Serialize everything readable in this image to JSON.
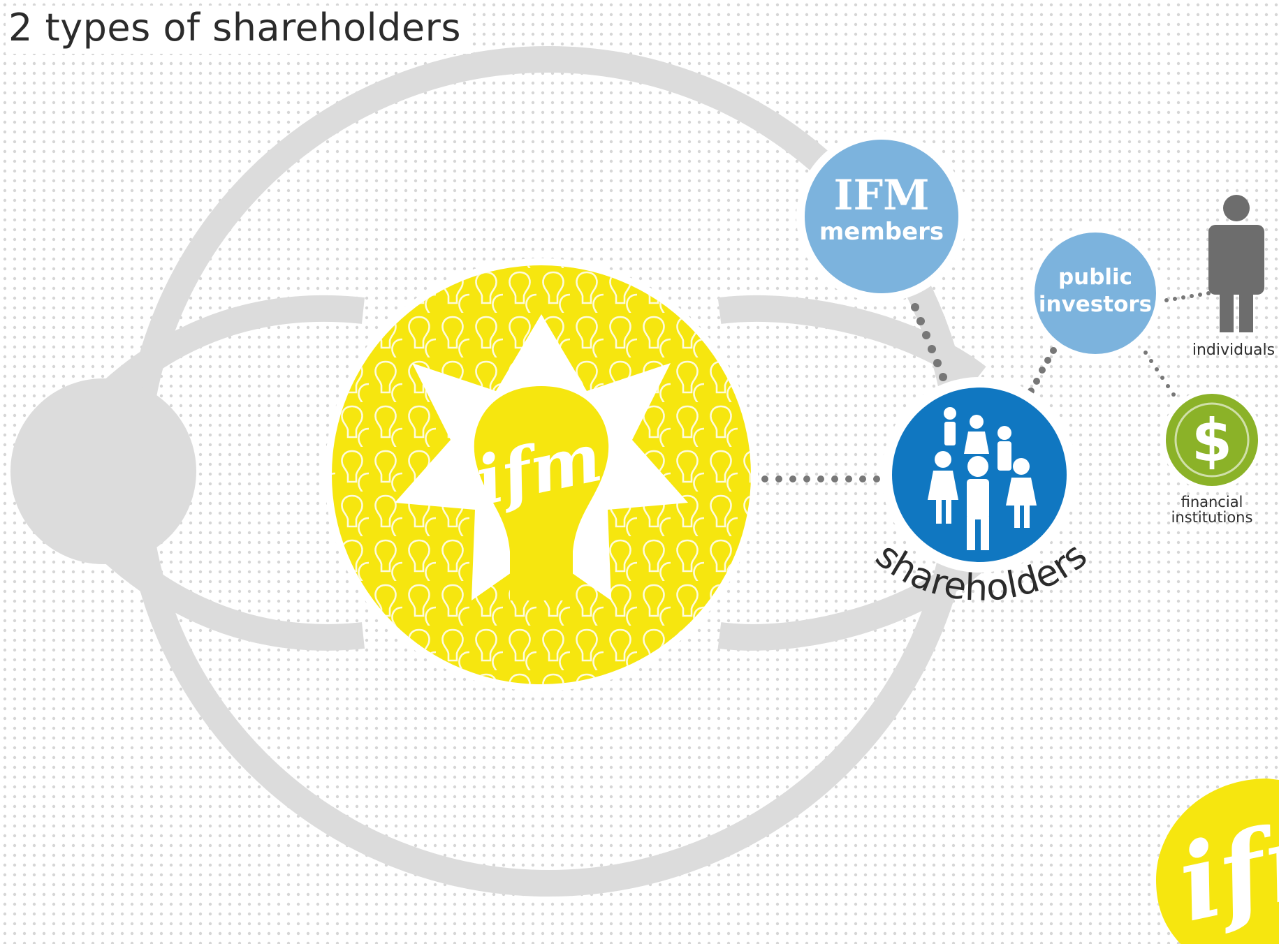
{
  "title": "2 types of shareholders",
  "center": {
    "logo_text": "ifm"
  },
  "shareholders": {
    "label": "shareholders"
  },
  "ifm_members": {
    "line1": "IFM",
    "line2": "members"
  },
  "public_investors": {
    "line1": "public",
    "line2": "investors"
  },
  "individuals": {
    "label": "individuals"
  },
  "financial": {
    "symbol": "$",
    "line1": "financial",
    "line2": "institutions"
  },
  "corner_logo": {
    "text": "ifm"
  },
  "colors": {
    "yellow": "#F6E60F",
    "blue_dark": "#1077C1",
    "blue_light": "#7CB3DD",
    "green": "#8BB228",
    "ring": "#DCDCDC",
    "person": "#6D6D6D"
  }
}
